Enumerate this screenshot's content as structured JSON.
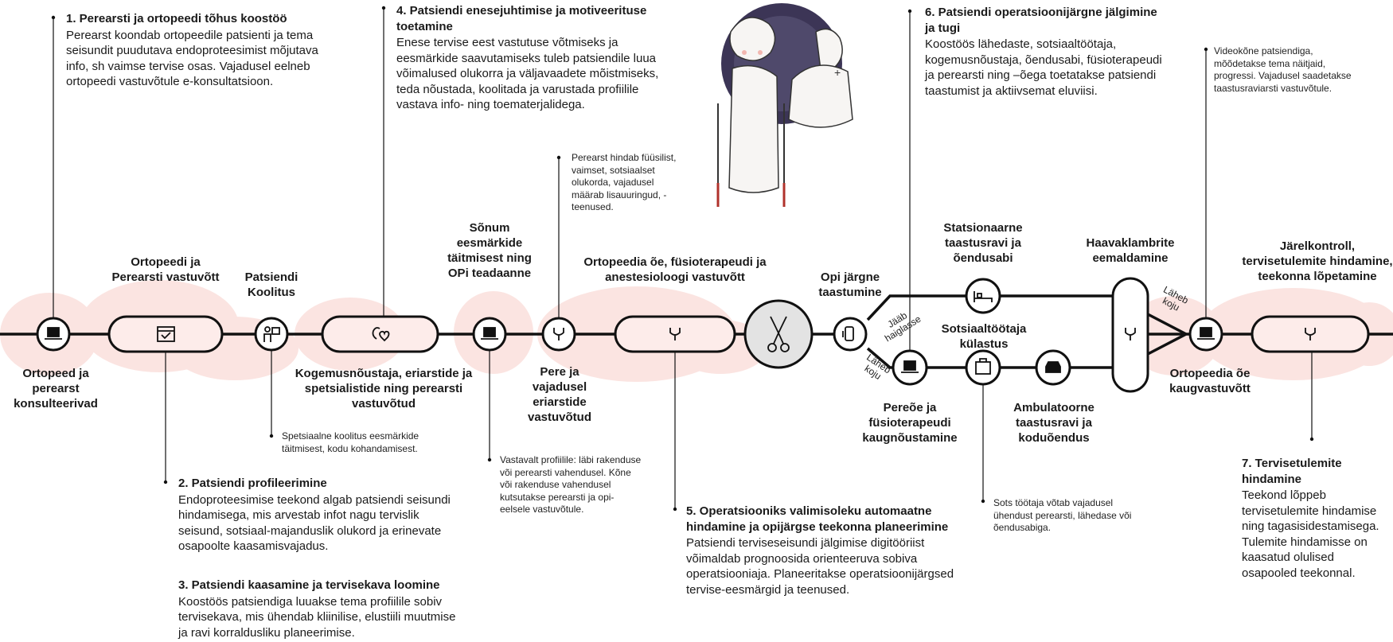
{
  "steps": [
    {
      "title": "1. Perearsti ja ortopeedi tõhus koostöö",
      "body": "Perearst koondab ortopeedile patsienti ja tema seisundit puudutava endoproteesimist mõjutava info, sh vaimse tervise osas. Vajadusel eelneb ortopeedi vastuvõtule e-konsultatsioon."
    },
    {
      "title": "2. Patsiendi profileerimine",
      "body": "Endoproteesimise teekond algab patsiendi seisundi hindamisega, mis arvestab infot nagu tervislik seisund, sotsiaal-majanduslik olukord ja erinevate osapoolte kaasamisvajadus."
    },
    {
      "title": "3. Patsiendi kaasamine ja tervisekava loomine",
      "body": "Koostöös patsiendiga luuakse tema profiilile sobiv tervisekava, mis ühendab kliinilise, elustiili muutmise ja ravi korraldusliku planeerimise."
    },
    {
      "title": "4. Patsiendi enesejuhtimise ja motiveerituse toetamine",
      "body": "Enese tervise eest vastutuse võtmiseks ja eesmärkide saavutamiseks tuleb patsiendile luua võimalused olukorra ja väljavaadete mõistmiseks, teda nõustada, koolitada ja varustada profiilile vastava info- ning toematerjalidega."
    },
    {
      "title": "5. Operatsiooniks valimisoleku automaatne hindamine ja opijärgse teekonna planeerimine",
      "body": "Patsiendi terviseseisundi jälgimise digitööriist võimaldab prognoosida orienteeruva sobiva operatsiooniaja. Planeeritakse operatsioonijärgsed tervise-eesmärgid ja teenused."
    },
    {
      "title": "6. Patsiendi operatsioonijärgne jälgimine ja tugi",
      "body": "Koostöös lähedaste, sotsiaaltöötaja, kogemusnõustaja, õendusabi, füsioterapeudi ja perearsti ning –õega toetatakse patsiendi taastumist ja aktiivsemat eluviisi."
    },
    {
      "title": "7. Tervisetulemite hindamine",
      "body": "Teekond lõppeb tervisetulemite hindamise ning tagasisidestamisega. Tulemite hindamisse on kaasatud olulised osapooled teekonnal."
    }
  ],
  "notes": {
    "training": "Spetsiaalne koolitus eesmärkide täitmisest, kodu kohandamisest.",
    "profile": "Vastavalt profiilile: läbi rakenduse või perearsti vahendusel. Kõne või rakenduse vahendusel kutsutakse perearsti ja opi-eelsele vastuvõtule.",
    "gp_assess": "Perearst hindab füüsilist, vaimset, sotsiaalset olukorda, vajadusel määrab lisauuringud, - teenused.",
    "social": "Sots töötaja võtab vajadusel ühendust perearsti, lähedase või õendusabiga.",
    "video": "Videokõne patsiendiga, mõõdetakse tema näitjaid, progressi. Vajadusel saadetakse taastusraviarsti vastuvõtule."
  },
  "nodes": {
    "n1": "Ortopeed ja perearst konsulteerivad",
    "n2": "Ortopeedi ja Perearsti vastuvõtt",
    "n3": "Patsiendi Koolitus",
    "n4": "Kogemusnõustaja, eriarstide ja spetsialistide ning perearsti vastuvõtud",
    "n5": "Sõnum eesmärkide täitmisest ning OPi teadaanne",
    "n6": "Pere ja vajadusel eriarstide vastuvõtud",
    "n7": "Ortopeedia õe, füsioterapeudi ja anestesioloogi vastuvõtt",
    "n8": "Opi järgne taastumine",
    "n9": "Statsionaarne taastusravi ja õendusabi",
    "n10": "Sotsiaaltöötaja külastus",
    "n11": "Pereõe ja füsioterapeudi kaugnõustamine",
    "n12": "Ambulatoorne taastusravi ja koduõendus",
    "n13": "Haavaklambrite eemaldamine",
    "n14": "Ortopeedia õe kaugvastuvõtt",
    "n15": "Järelkontroll, tervisetulemite hindamine, teekonna lõpetamine"
  },
  "branches": {
    "stay": "Jääb haiglasse",
    "home1": "Läheb koju",
    "home2": "Läheb koju"
  },
  "icons": [
    "laptop-icon",
    "calendar-icon",
    "teacher-icon",
    "hand-heart-icon",
    "laptop-icon",
    "stethoscope-icon",
    "stethoscope-icon",
    "surgery-scissors-icon",
    "phone-icon",
    "bed-icon",
    "suitcase-icon",
    "laptop-icon",
    "car-icon",
    "stethoscope-icon",
    "laptop-icon",
    "stethoscope-icon"
  ],
  "colors": {
    "blob": "#fbe4e1",
    "line": "#111111",
    "pill": "#fdecea",
    "surgery": "#e3e3e3",
    "accent": "#b0322b"
  }
}
